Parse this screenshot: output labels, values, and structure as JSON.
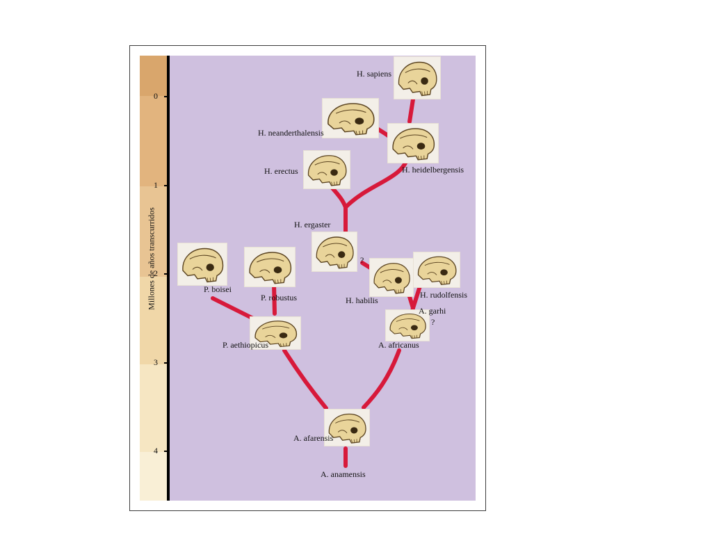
{
  "axis": {
    "title": "Millones de años transcurridos",
    "ticks": [
      {
        "label": "0",
        "value": 0
      },
      {
        "label": "1",
        "value": 1
      },
      {
        "label": "2",
        "value": 2
      },
      {
        "label": "3",
        "value": 3
      },
      {
        "label": "4",
        "value": 4
      }
    ]
  },
  "colors": {
    "band": [
      "#d9a66c",
      "#e2b47e",
      "#e8c493",
      "#f0d7a8",
      "#f6e6c2",
      "#f9efd6"
    ],
    "panel": "#cfc0df",
    "link": "#d7193a",
    "skull": "#e9d49a"
  },
  "species": {
    "h_sapiens": "H. sapiens",
    "h_neanderthalensis": "H. neanderthalensis",
    "h_heidelbergensis": "H. heidelbergensis",
    "h_erectus": "H. erectus",
    "h_ergaster": "H. ergaster",
    "h_habilis": "H. habilis",
    "h_rudolfensis": "H. rudolfensis",
    "a_garhi": "A. garhi",
    "a_africanus": "A. africanus",
    "p_boisei": "P. boisei",
    "p_robustus": "P. robustus",
    "p_aethiopicus": "P. aethiopicus",
    "a_afarensis": "A. afarensis",
    "a_anamensis": "A. anamensis",
    "q_habilis": "?",
    "q_garhi": "?"
  }
}
